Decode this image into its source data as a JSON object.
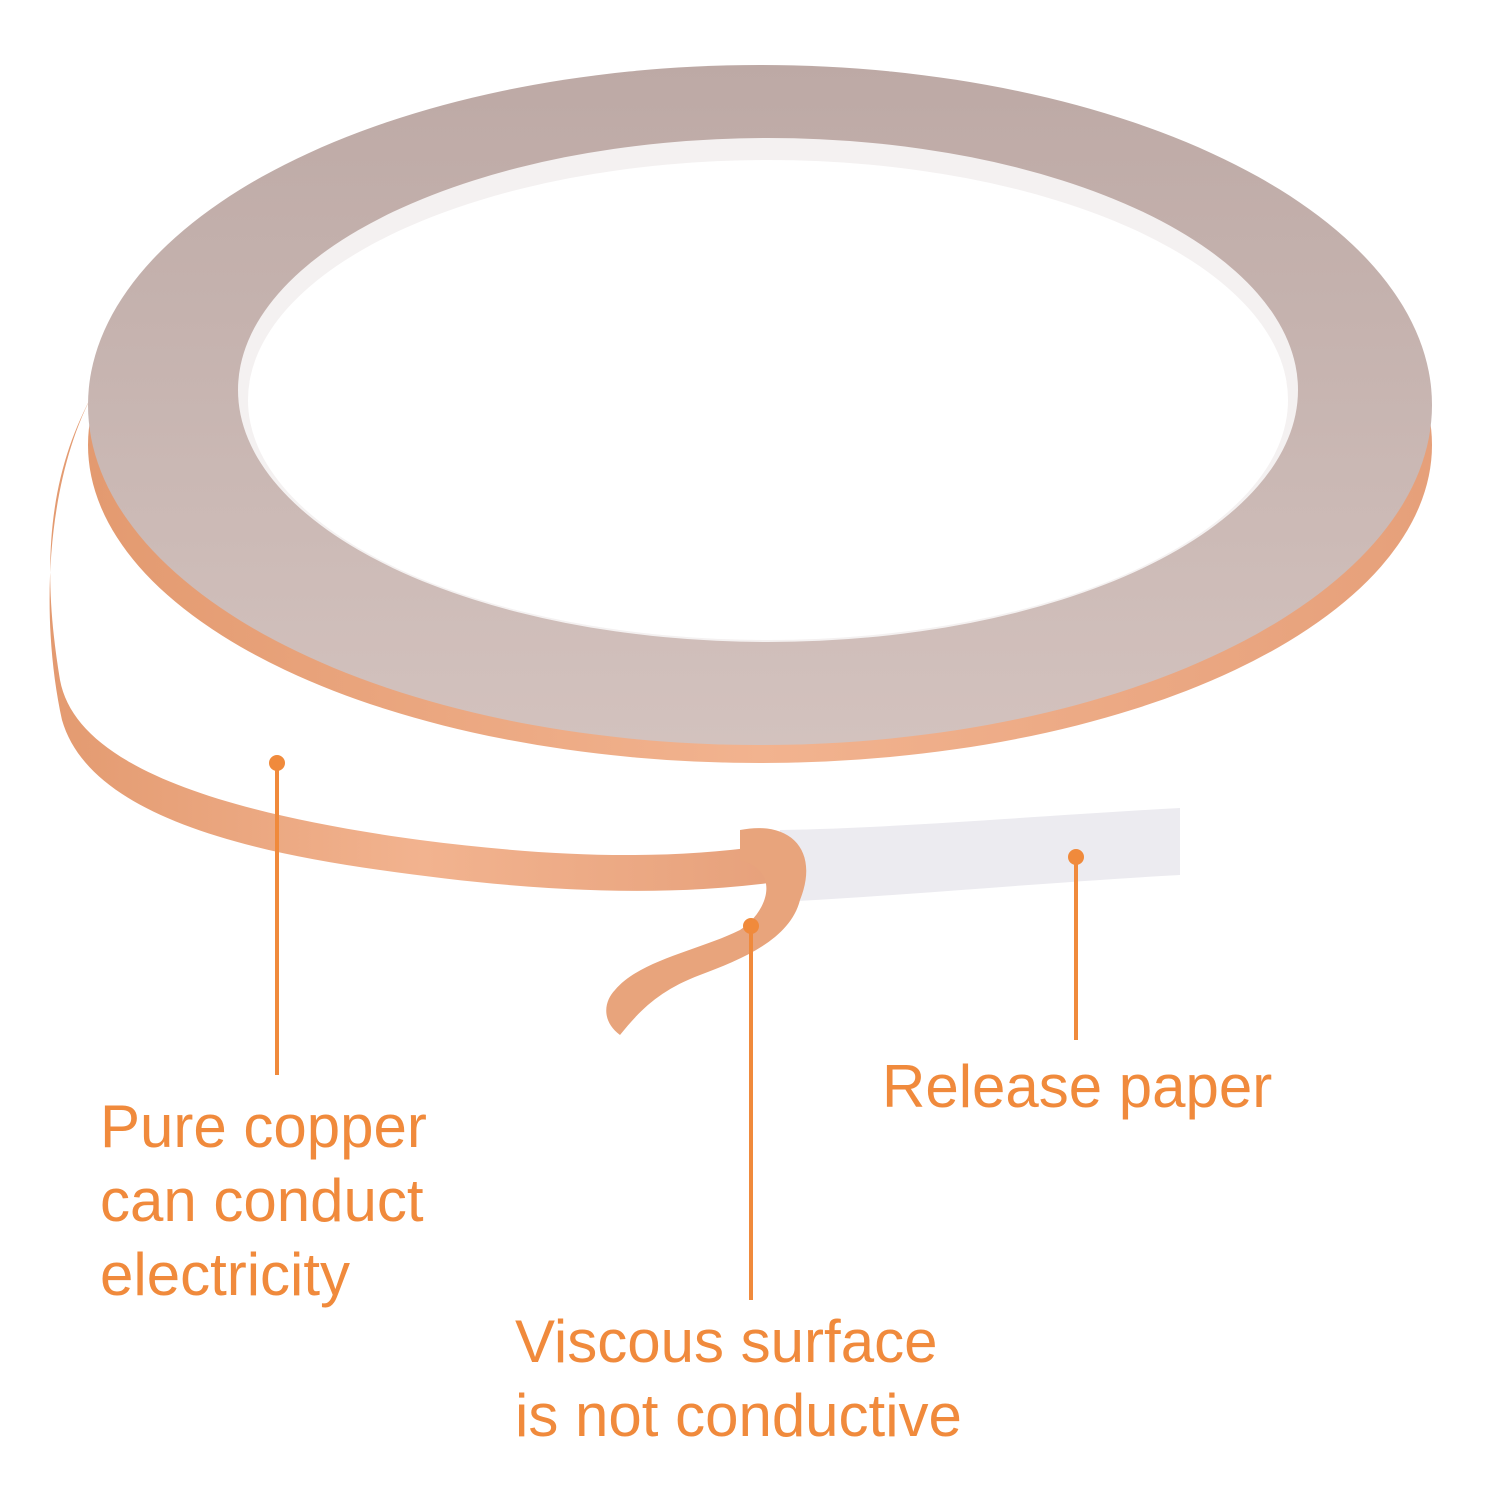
{
  "colors": {
    "accent": "#f08a3c",
    "copper": "#e9a07a",
    "copper_dark": "#d9875f",
    "roll_face": "#c8b5b0",
    "release_paper": "#ecebf0"
  },
  "callouts": [
    {
      "lines": [
        "Pure copper",
        "can conduct",
        "electricity"
      ]
    },
    {
      "lines": [
        "Viscous surface",
        "is not conductive"
      ]
    },
    {
      "lines": [
        "Release paper"
      ]
    }
  ]
}
